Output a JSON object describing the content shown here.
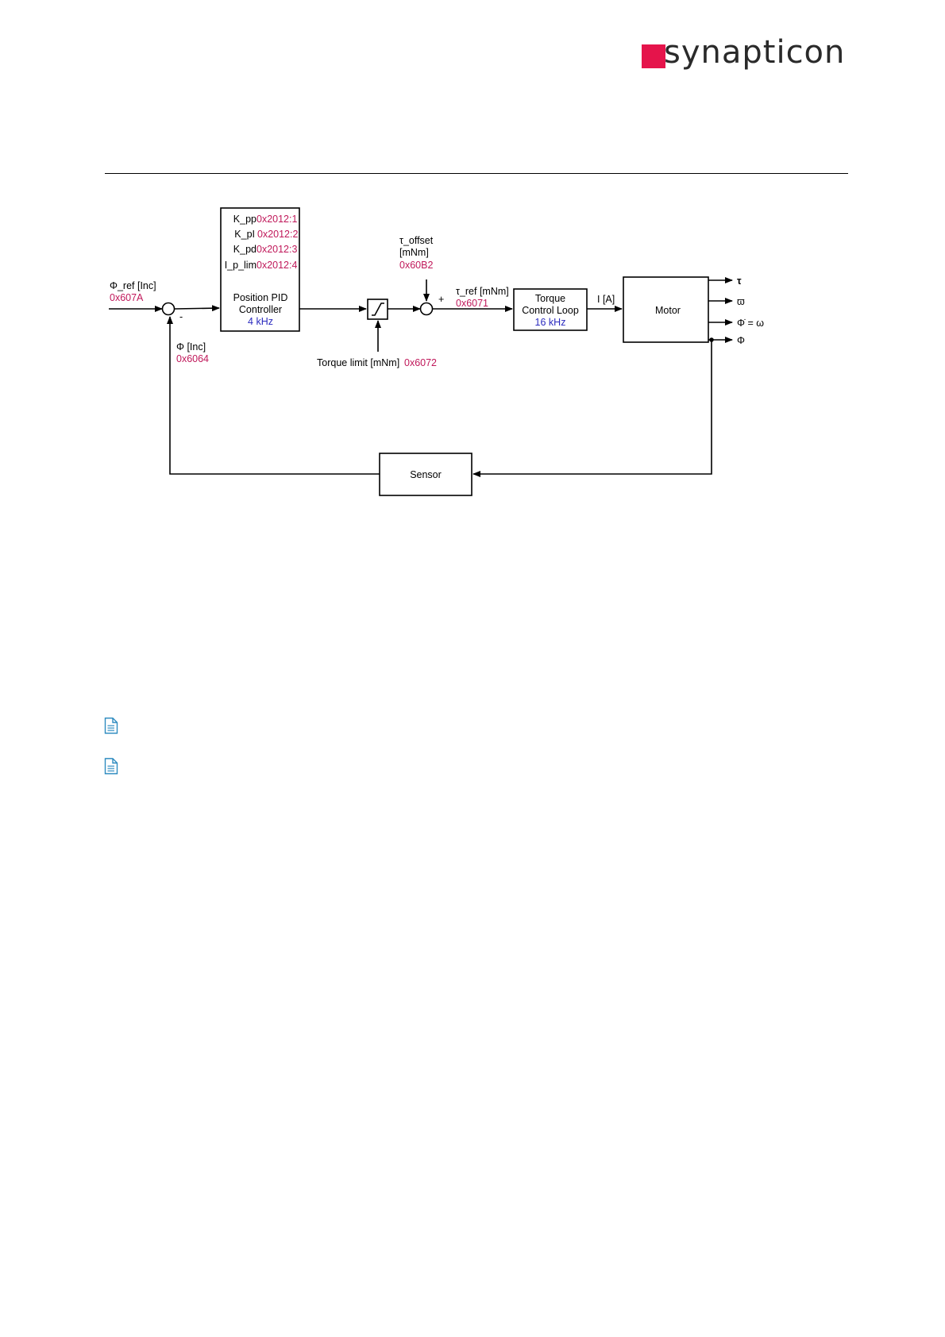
{
  "brand": {
    "name": "synapticon",
    "accent": "#e5144b"
  },
  "colors": {
    "register": "#c0185a",
    "frequency": "#2b2bbf"
  },
  "diagram": {
    "input": {
      "label": "Φ_ref [Inc]",
      "register": "0x607A"
    },
    "feedback": {
      "label": "Φ [Inc]",
      "register": "0x6064"
    },
    "minus_sign": "-",
    "pid": {
      "params": [
        {
          "name": "K_pp",
          "register": "0x2012:1"
        },
        {
          "name": "K_pI",
          "register": "0x2012:2"
        },
        {
          "name": "K_pd",
          "register": "0x2012:3"
        },
        {
          "name": "I_p_lim",
          "register": "0x2012:4"
        }
      ],
      "title_line1": "Position PID",
      "title_line2": "Controller",
      "frequency": "4 kHz"
    },
    "torque_limit": {
      "label": "Torque limit [mNm]",
      "register": "0x6072"
    },
    "offset": {
      "line1": "τ_offset",
      "line2": "[mNm]",
      "register": "0x60B2"
    },
    "plus_sign": "+",
    "torque_ref": {
      "label": "τ_ref [mNm]",
      "register": "0x6071"
    },
    "torque_loop": {
      "line1": "Torque",
      "line2": "Control Loop",
      "frequency": "16 kHz"
    },
    "current_label": "I [A]",
    "motor_label": "Motor",
    "outputs": [
      "τ",
      "ϖ",
      "Φ̇ = ω",
      "Φ"
    ],
    "sensor_label": "Sensor"
  }
}
